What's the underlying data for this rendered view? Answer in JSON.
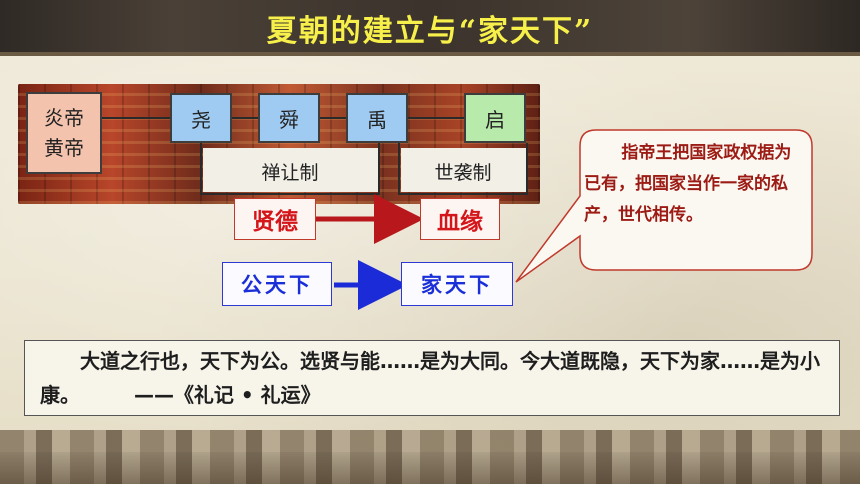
{
  "title": "夏朝的建立与“家天下”",
  "rulers": {
    "yan_di": "炎帝",
    "huang_di": "黄帝",
    "yao": "尧",
    "shun": "舜",
    "yu": "禹",
    "qi": "启"
  },
  "systems": {
    "abdication": "禅让制",
    "hereditary": "世袭制"
  },
  "criteria": {
    "virtue": "贤德",
    "bloodline": "血缘"
  },
  "rule_type": {
    "public": "公天下",
    "family": "家天下"
  },
  "callout": "指帝王把国家政权据为已有，把国家当作一家的私产，世代相传。",
  "quote": {
    "text": "大道之行也，天下为公。选贤与能……是为大同。今大道既隐，天下为家……是为小康。",
    "source": "——《礼记 • 礼运》"
  },
  "colors": {
    "title": "#f7f04a",
    "red_text": "#d4151a",
    "blue_text": "#1a2fd8",
    "callout_text": "#9c1b14",
    "emperor_box": "#f4c3ae",
    "ruler_box": "#9fcaf1",
    "qi_box": "#b8ebab"
  }
}
